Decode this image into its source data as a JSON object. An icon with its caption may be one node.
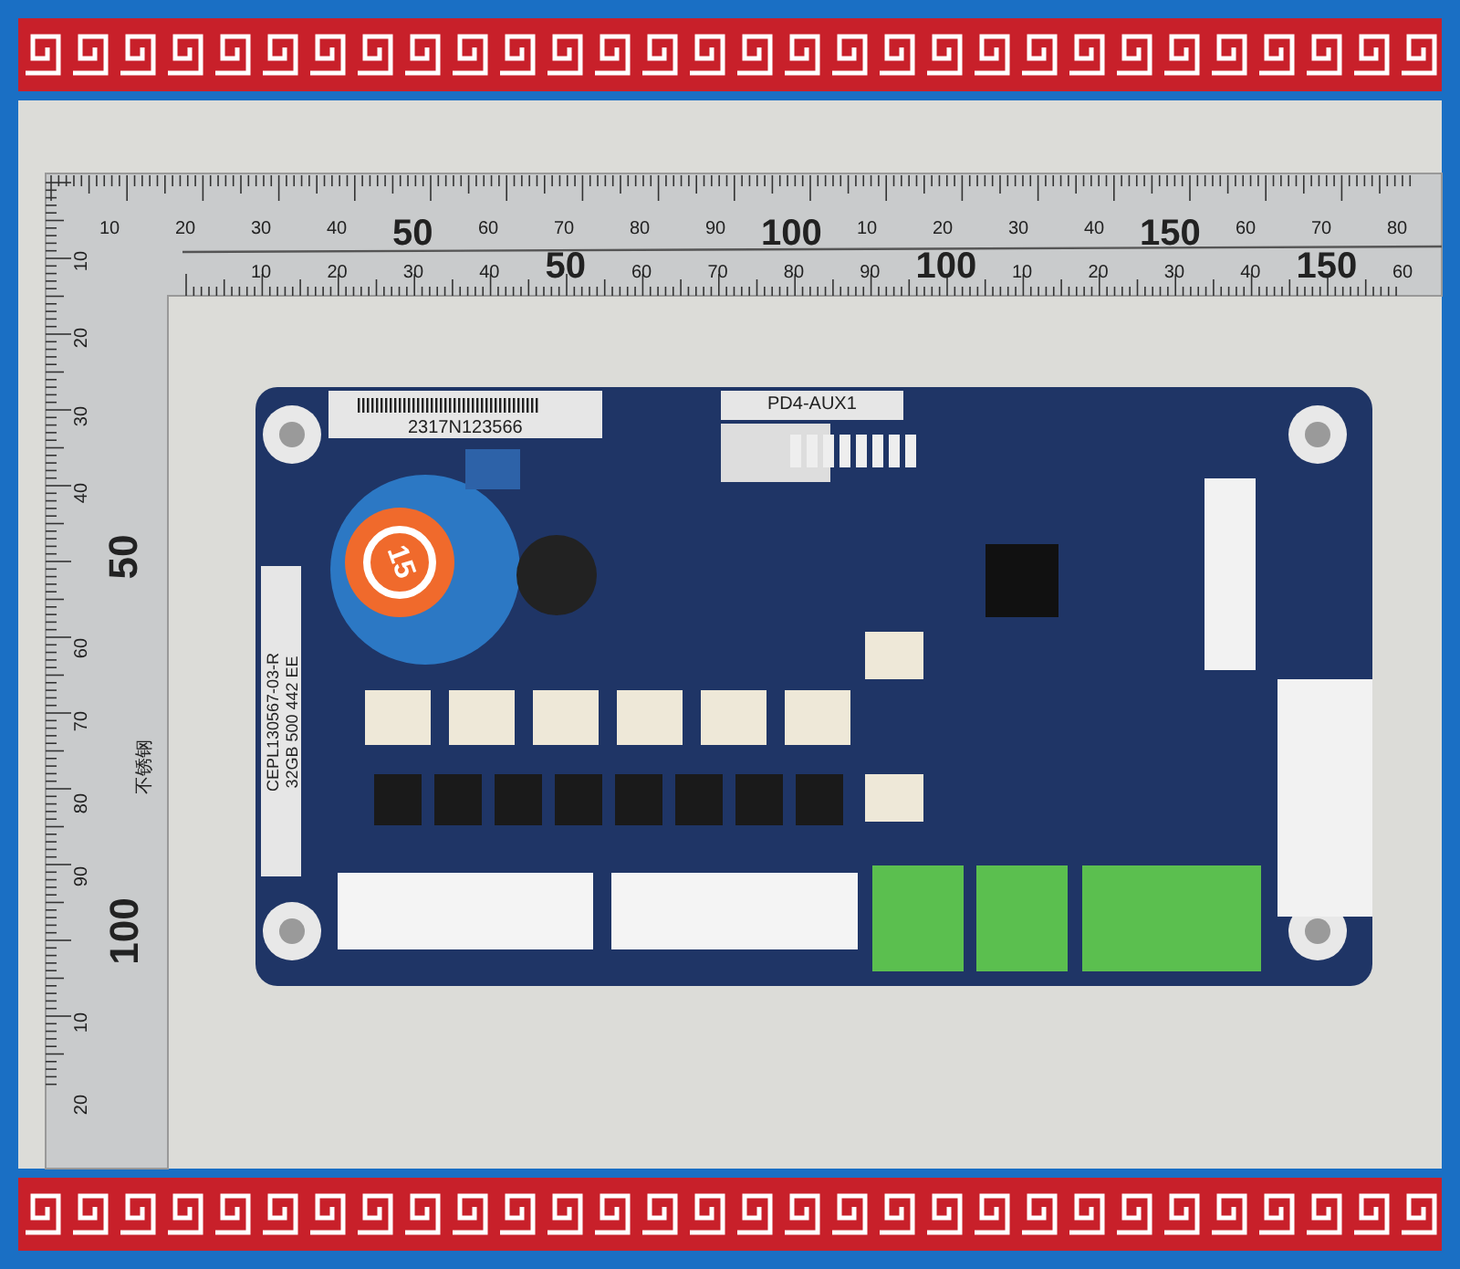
{
  "diagram": {
    "labels": [
      "10",
      "20",
      "30",
      "40",
      "50",
      "60",
      "70",
      "80",
      "90",
      "100",
      "10",
      "20",
      "30",
      "40",
      "150",
      "60",
      "70",
      "80",
      "10",
      "20",
      "30",
      "40",
      "50",
      "60",
      "70",
      "80",
      "90",
      "100",
      "10",
      "20",
      "30",
      "40",
      "150",
      "60",
      "10",
      "20",
      "30",
      "40",
      "50",
      "60",
      "70",
      "80",
      "90",
      "100",
      "10",
      "20",
      "不锈钢",
      "2317N123566",
      "PD4-AUX1",
      "15",
      "CEPL130567-03-R",
      "32GB 500 442 EE"
    ]
  }
}
